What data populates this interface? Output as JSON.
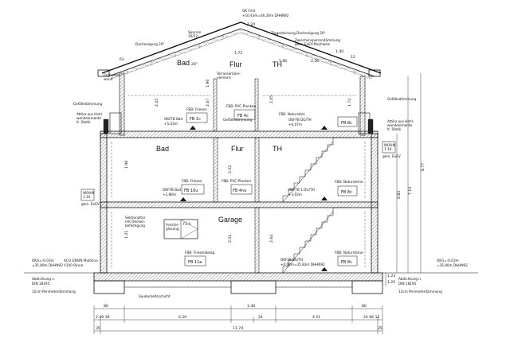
{
  "roof": {
    "ridge_note_1": "OK First",
    "ridge_note_2": "+10.43m=46.26m DHHN92",
    "ridge_dim": "1.20",
    "sparren_1": "Sparren",
    "sparren_2": "10/22",
    "slope_left": "Dachneigung 20°",
    "roofing": "Ziegeldeckung Dachneigung 20°",
    "insulation_1": "Zwischensparrendämmung",
    "insulation_2": "gem. EnEV-Nachweis",
    "dim_top_right_1": "1.40",
    "dim_top_right_2": "12",
    "eave_left": "63",
    "dim_1": "1.72",
    "dim_2": "1.80",
    "dim_3": "2.20",
    "dim_4": "26°"
  },
  "rooms": {
    "og_bad": "Bad",
    "og_flur": "Flur",
    "og_th": "TH",
    "eg_bad": "Bad",
    "eg_flur": "Flur",
    "eg_th": "TH",
    "kg_garage": "Garage"
  },
  "labels": {
    "fachwerk_1": "Fachwerk-",
    "fachwerk_2": "wand",
    "gefaelle_left": "Gefälledämmung",
    "gefaelle_right": "Gefälledämmung",
    "gefaelle_mid": "Gefälledämmung",
    "attika_left_1": "Attika aus Hohl-",
    "attika_left_2": "wandelemente",
    "attika_left_3": "lt. Statik",
    "attika_right_1": "Attika aus Hohl-",
    "attika_right_2": "wandelemente",
    "attika_right_3": "lt. Statik",
    "terrasse_1": "Terrassentüre-",
    "terrasse_2": "element",
    "sektion_1": "Sektionaltor",
    "sektion_2": "mit Decken-",
    "sektion_3": "befestigung",
    "fenster_1": "Fenster-",
    "fenster_2": "glasung",
    "window_code": "F3.4",
    "sauber": "Sauberkeitsschicht"
  },
  "levels": {
    "okffb_dg_th_1": "OKFFB DG/TH",
    "okffb_dg_th_2": "+6.07m",
    "okffb_bad_1": "OKFFB Bad",
    "okffb_bad_2": "+5.03m",
    "okffb_1og_bad_1": "OKFFB Bad",
    "okffb_1og_bad_2": "+2.88m",
    "okffb_1og_th_1": "OKFFB 1.OG/TH",
    "okffb_1og_th_2": "+3.03m",
    "okffb_eg_th_1": "OKFFB EG/TH",
    "okffb_eg_th_2": "+0.00m=35.83m DHHN92",
    "okg_left_1": "OKG=-0.03m",
    "okg_left_2": "=35.80m DHHN92",
    "okg_right_1": "OKG=-0.03m",
    "okg_right_2": "=35.80m DHHN92"
  },
  "floors": {
    "fb_1c": "FB 1c",
    "fb_4c": "FB 4c",
    "fb_8c_top": "FB 8c",
    "fb_10u": "FB 10u",
    "fb_4n": "FB 4nu",
    "fb_8c_mid": "FB 8c",
    "fb_11a": "FB 11a",
    "fb_8c_bot": "FB 8c",
    "fbb_fliesen_1": "FBB: Fliesen",
    "fbb_pvc": "FBB: PVC-Planken",
    "fbb_naturstein_1": "FBB: Naturstein",
    "fbb_fliesen_2": "FBB: Fliesen",
    "fbb_pvc_2": "FBB: PVC-Planken",
    "fbb_naturstein_2": "FBB: Natursteine",
    "fbb_fliesen_3": "FBB: Fliesenbelag",
    "fbb_naturstein_3": "FBB: Natursteine"
  },
  "left_side": {
    "wohnh_1": "WOHN",
    "wohnh_2": "1.10",
    "wohnh_3": "gem. EnEV",
    "aco_1": "ACO DRAIN Multiline",
    "aco_2": "V100 Rinne",
    "abdichtung_1": "Abdichtung n.",
    "abdichtung_2": "DIN 18195",
    "perimeter": "12cm Perimeterdämmung"
  },
  "right_side": {
    "wohnh_1": "WOHN",
    "wohnh_2": "1.10",
    "wohnh_3": "gem. EnEV",
    "abdichtung_1": "Abdichtung n.",
    "abdichtung_2": "DIN 18195",
    "perimeter": "12cm Perimeterdämmung",
    "height_total": "8.77",
    "height_a": "7.13",
    "height_b": "6.83",
    "height_c": "1.23",
    "height_d": "1.25"
  },
  "vertical_dims": {
    "og_left": "2.45",
    "og_mid": "2.67",
    "og_right": "1.74",
    "og_mid2": "2.05",
    "eg_left": "1.98",
    "eg_mid": "2.52",
    "kg_mid": "2.51",
    "kg_right": "2.64",
    "stair_1": "1.21",
    "stair_2": "1.96"
  },
  "bottom_dims": {
    "row1_a": "80",
    "row1_b": "1.40",
    "row1_c": "80",
    "row2_a": "2.49 30",
    "row2_b": "6.20",
    "row2_c": "24",
    "row2_d": "4.51",
    "row2_e": "24 86 12",
    "row3_a": "35",
    "row3_b": "11.74",
    "row3_c": "35"
  }
}
